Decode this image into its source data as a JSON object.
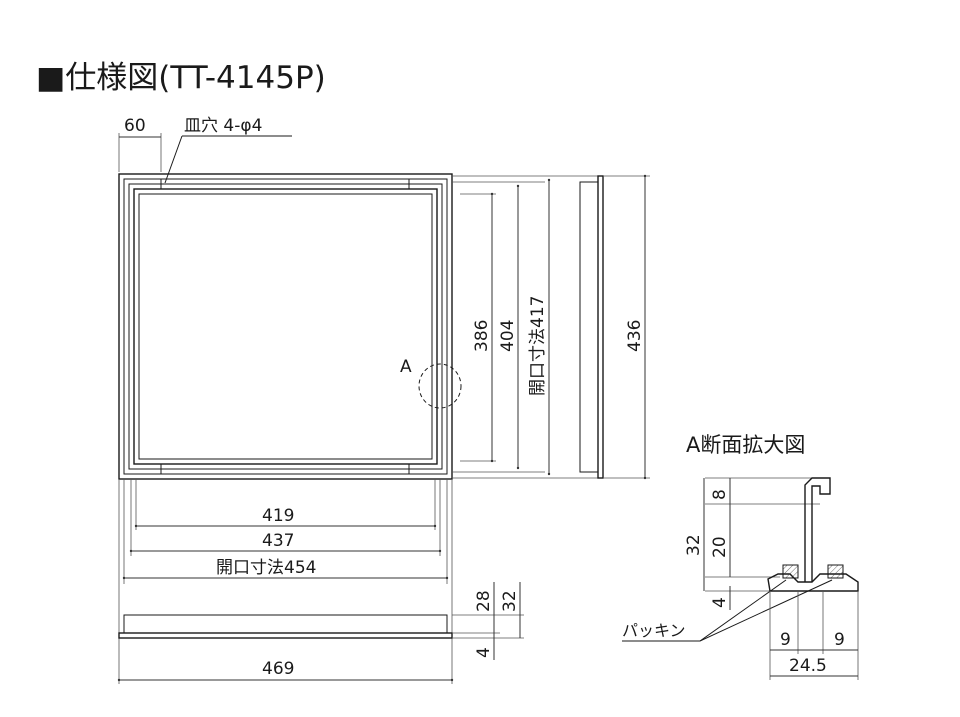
{
  "title": "■仕様図(TT-4145P)",
  "top": {
    "dim_60": "60",
    "hole_note": "皿穴 4-φ4"
  },
  "front": {
    "marker_a": "A"
  },
  "right_dims": {
    "d386": "386",
    "d404": "404",
    "d_opening_417": "開口寸法417",
    "d436": "436"
  },
  "bottom_dims": {
    "d419": "419",
    "d437": "437",
    "d_opening_454": "開口寸法454",
    "d469": "469"
  },
  "side_dims": {
    "d28": "28",
    "d32": "32",
    "d4": "4"
  },
  "section": {
    "title": "A断面拡大図",
    "d8": "8",
    "d20": "20",
    "d32": "32",
    "d4": "4",
    "packing": "パッキン",
    "d9a": "9",
    "d9b": "9",
    "d24_5": "24.5"
  }
}
